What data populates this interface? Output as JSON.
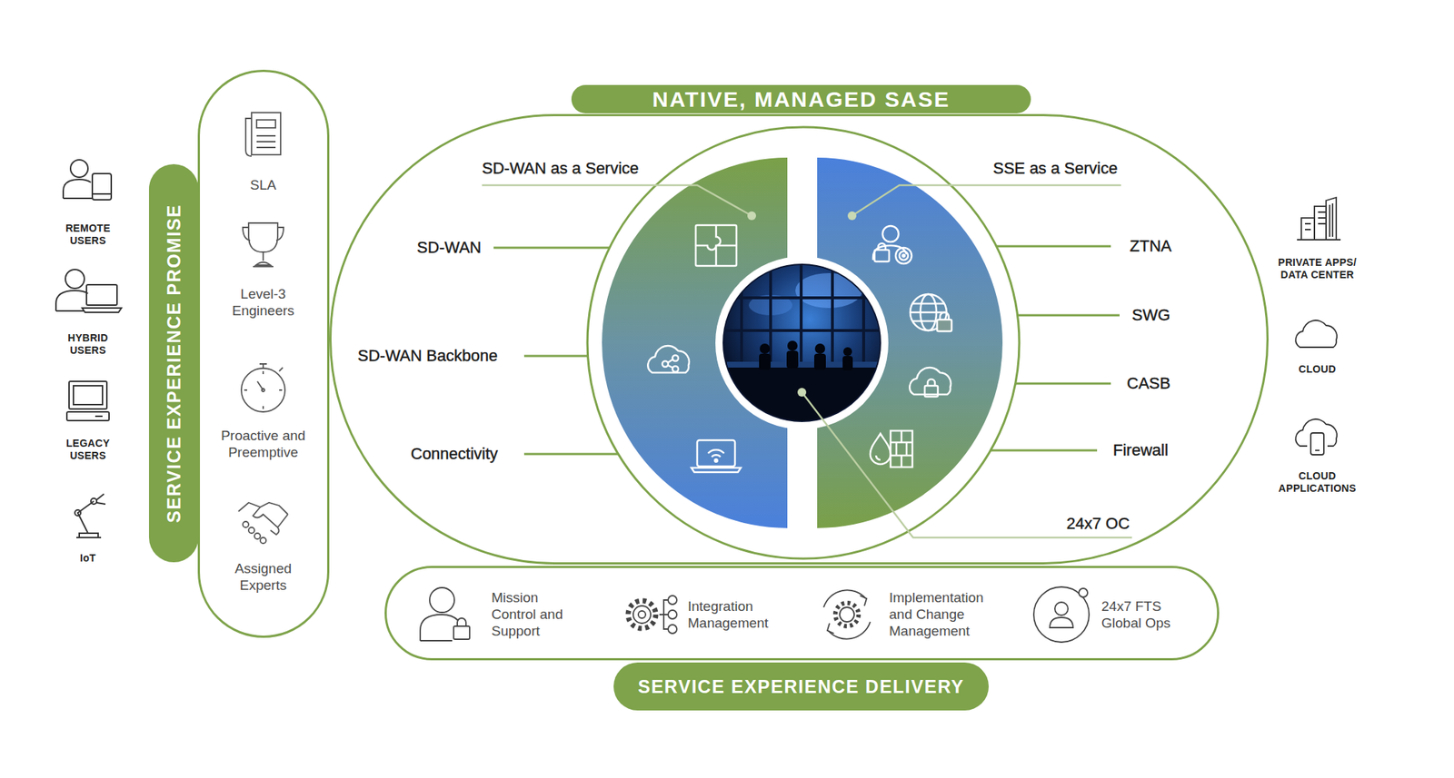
{
  "diagram": {
    "nodes": [
      {
        "text": [
          "SERVICE EXPERIENCE PROMISE",
          "SLA",
          "Level-3 Engineers",
          "Proactive and Preemptive",
          "Assigned Experts"
        ]
      },
      {
        "text": [
          "NATIVE, MANAGED SASE"
        ]
      },
      {
        "text": [
          "SD-WAN as a Service"
        ],
        "in": 1
      },
      {
        "text": [
          "SSE as a Service"
        ],
        "in": 1
      },
      {
        "text": [
          "SERVICE EXPERIENCE DELIVERY",
          "Mission Control and Support",
          "Integration Management",
          "Implementation and Change Management",
          "24x7 FTS Global Ops"
        ]
      }
    ],
    "labels": [
      "REMOTE USERS",
      "HYBRID USERS",
      "LEGACY USERS",
      "IoT",
      "SD-WAN",
      "SD-WAN Backbone",
      "Connectivity",
      "ZTNA",
      "SWG",
      "CASB",
      "Firewall",
      "24x7 OC",
      "PRIVATE APPS/ DATA CENTER",
      "CLOUD",
      "CLOUD APPLICATIONS"
    ]
  }
}
